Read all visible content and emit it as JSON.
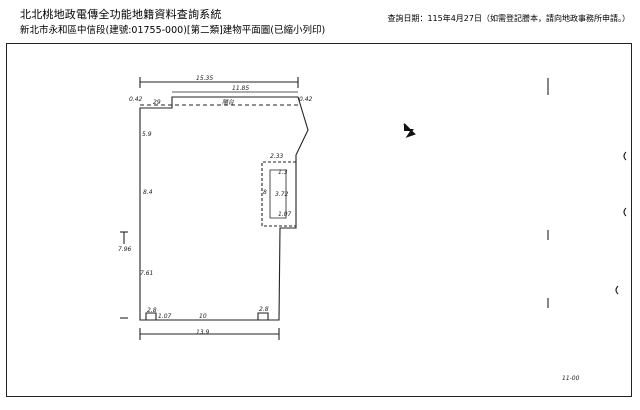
{
  "header": {
    "title": "北北桃地政電傳全功能地籍資料查詢系統",
    "subtitle": "新北市永和區中信段(建號:01755-000)[第二類]建物平面圖(已縮小列印)",
    "query_date": "查詢日期：115年4月27日（如需登記謄本，請向地政事務所申請。）"
  },
  "plan_labels": {
    "width_top": "15.35",
    "width_inner": "11.85",
    "balcony": "陽台",
    "left_corner": "0.42",
    "dim_29": "29",
    "right_corner": "0.42",
    "left_59": "5.9",
    "left_84": "8.4",
    "left_796": "7.96",
    "left_761": "7.61",
    "step_233": "2.33",
    "step_13": "1.3",
    "step_8": "8",
    "step_372": "3.72",
    "step_107": "1.07",
    "bottom_28a": "2.8",
    "bottom_107": "1.07",
    "bottom_10": "10",
    "bottom_28b": "2.8",
    "width_bottom": "13.9",
    "page_mark": "11-00"
  }
}
